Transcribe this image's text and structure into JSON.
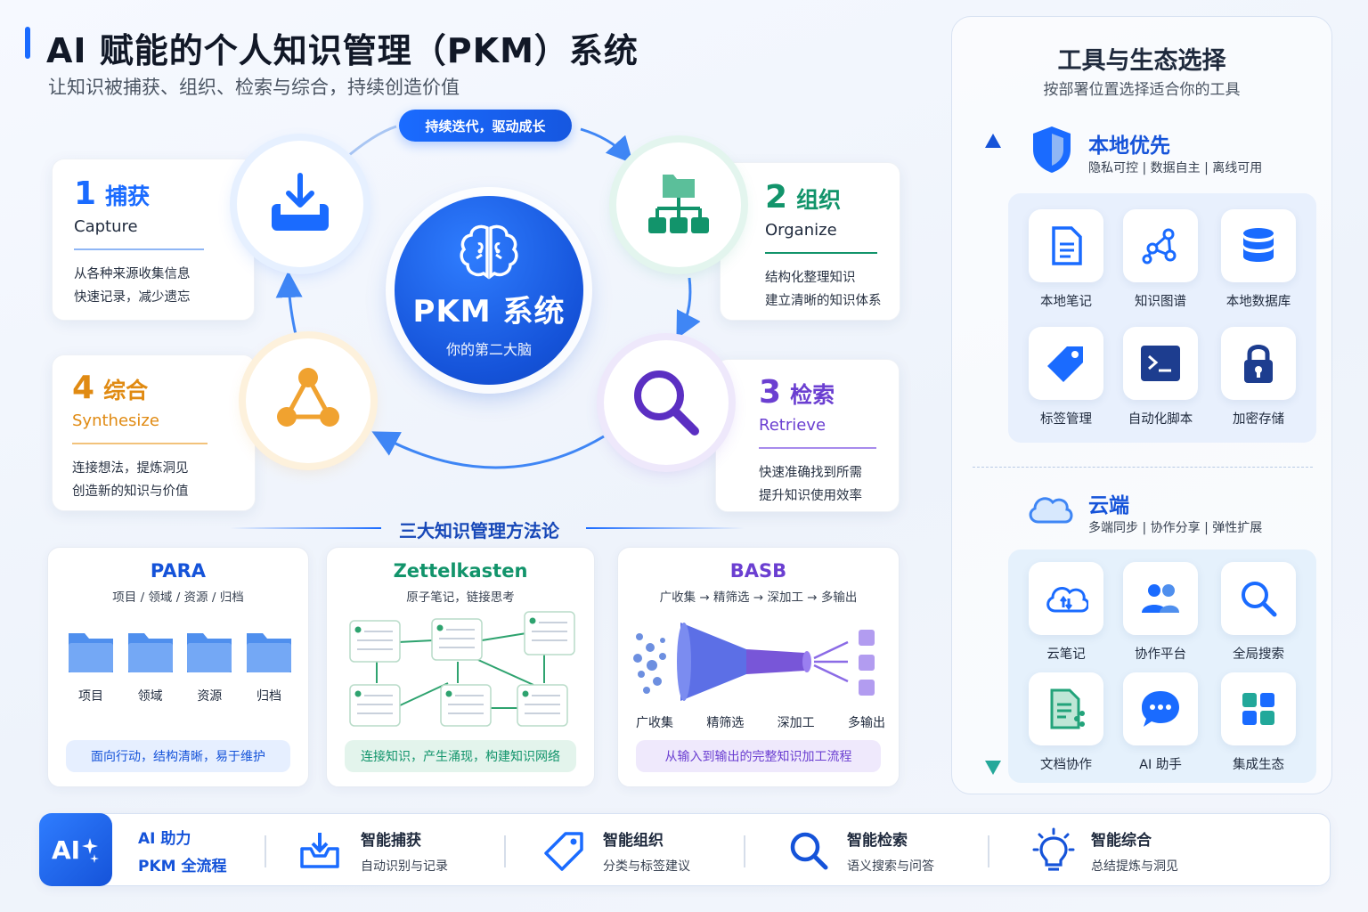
{
  "header": {
    "title": "AI 赋能的个人知识管理（PKM）系统",
    "subtitle": "让知识被捕获、组织、检索与综合，持续创造价值"
  },
  "cycle": {
    "banner": "持续迭代，驱动成长",
    "core_title": "PKM 系统",
    "core_subtitle": "你的第二大脑",
    "steps": [
      {
        "num": "1",
        "name": "捕获",
        "en": "Capture",
        "desc1": "从各种来源收集信息",
        "desc2": "快速记录，减少遗忘",
        "color": "#1a6bff",
        "icon": "download-tray-icon"
      },
      {
        "num": "2",
        "name": "组织",
        "en": "Organize",
        "desc1": "结构化整理知识",
        "desc2": "建立清晰的知识体系",
        "color": "#12946b",
        "icon": "folder-tree-icon"
      },
      {
        "num": "3",
        "name": "检索",
        "en": "Retrieve",
        "desc1": "快速准确找到所需",
        "desc2": "提升知识使用效率",
        "color": "#6b3fd1",
        "icon": "magnifier-icon"
      },
      {
        "num": "4",
        "name": "综合",
        "en": "Synthesize",
        "desc1": "连接想法，提炼洞见",
        "desc2": "创造新的知识与价值",
        "color": "#e08a12",
        "icon": "triangle-network-icon"
      }
    ]
  },
  "methods": {
    "title": "三大知识管理方法论",
    "para": {
      "title": "PARA",
      "subtitle": "项目 / 领域 / 资源 / 归档",
      "folders": [
        "项目",
        "领域",
        "资源",
        "归档"
      ],
      "footer": "面向行动，结构清晰，易于维护",
      "color": "#1553d9"
    },
    "zettel": {
      "title": "Zettelkasten",
      "subtitle": "原子笔记，链接思考",
      "footer": "连接知识，产生涌现，构建知识网络",
      "color": "#12946b"
    },
    "basb": {
      "title": "BASB",
      "subtitle": "广收集 → 精筛选 → 深加工 → 多输出",
      "stages": [
        "广收集",
        "精筛选",
        "深加工",
        "多输出"
      ],
      "footer": "从输入到输出的完整知识加工流程",
      "color": "#6b3fd1"
    }
  },
  "tools": {
    "title": "工具与生态选择",
    "subtitle": "按部署位置选择适合你的工具",
    "local": {
      "title": "本地优先",
      "subtitle": "隐私可控 | 数据自主 | 离线可用",
      "items": [
        "本地笔记",
        "知识图谱",
        "本地数据库",
        "标签管理",
        "自动化脚本",
        "加密存储"
      ]
    },
    "cloud": {
      "title": "云端",
      "subtitle": "多端同步 | 协作分享 | 弹性扩展",
      "items": [
        "云笔记",
        "协作平台",
        "全局搜索",
        "文档协作",
        "AI 助手",
        "集成生态"
      ]
    }
  },
  "bottom": {
    "badge": "AI",
    "lead_title": "AI 助力",
    "lead_sub": "PKM 全流程",
    "items": [
      {
        "title": "智能捕获",
        "sub": "自动识别与记录",
        "icon": "inbox-download-icon"
      },
      {
        "title": "智能组织",
        "sub": "分类与标签建议",
        "icon": "tag-icon"
      },
      {
        "title": "智能检索",
        "sub": "语义搜索与问答",
        "icon": "search-icon"
      },
      {
        "title": "智能综合",
        "sub": "总结提炼与洞见",
        "icon": "lightbulb-icon"
      }
    ]
  }
}
